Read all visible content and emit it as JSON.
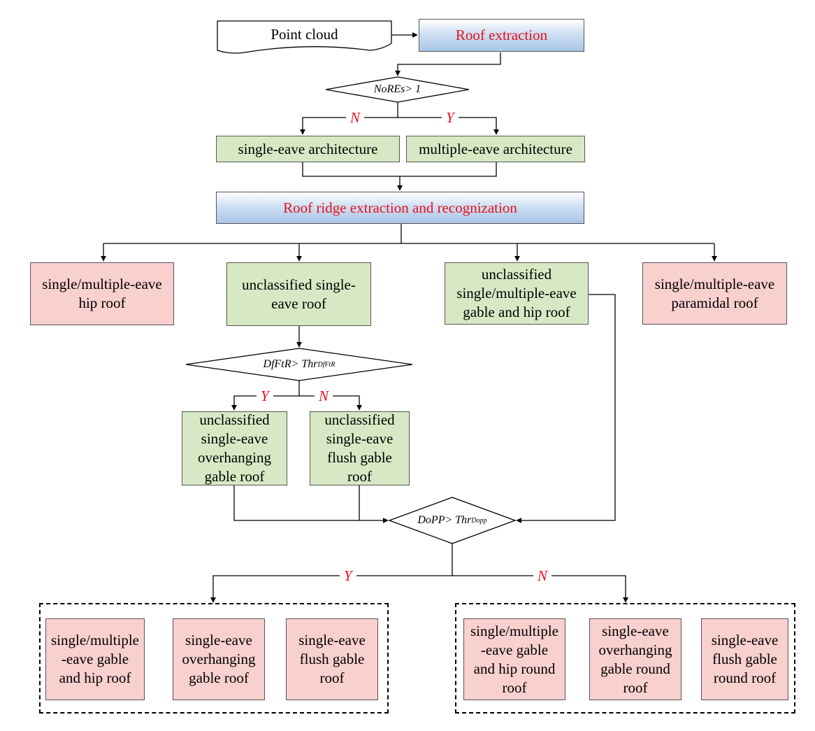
{
  "nodes": {
    "point_cloud": "Point cloud",
    "roof_extraction": "Roof extraction",
    "single_eave_architecture": "single-eave architecture",
    "multiple_eave_architecture": "multiple-eave architecture",
    "roof_ridge_extraction": "Roof ridge extraction and recognization",
    "hip_roof": "single/multiple-eave\nhip roof",
    "unclassified_single_eave_roof": "unclassified single-\neave roof",
    "unclassified_gable_hip_roof": "unclassified\nsingle/multiple-eave\ngable and hip roof",
    "paramidal_roof": "single/multiple-eave\nparamidal roof",
    "unclassified_overhanging_gable": "unclassified\nsingle-eave\noverhanging\ngable roof",
    "unclassified_flush_gable": "unclassified\nsingle-eave\nflush gable\nroof",
    "gable_hip_roof": "single/multiple\n-eave gable\nand hip roof",
    "overhanging_gable_roof": "single-eave\noverhanging\ngable roof",
    "flush_gable_roof": "single-eave\nflush gable\nroof",
    "gable_hip_round_roof": "single/multiple\n-eave gable\nand hip round\nroof",
    "overhanging_gable_round_roof": "single-eave\noverhanging\ngable round\nroof",
    "flush_gable_round_roof": "single-eave\nflush gable\nround roof"
  },
  "decisions": {
    "nores": {
      "main": "NoREs",
      "op": " > 1",
      "sub": ""
    },
    "dfftr": {
      "main": "DfFtR",
      "op": " > Thr",
      "sub": "DfFtR"
    },
    "dopp": {
      "main": "DoPP",
      "op": " > Thr",
      "sub": "Dopp"
    }
  },
  "branch_labels": {
    "nores_no": "N",
    "nores_yes": "Y",
    "dfftr_yes": "Y",
    "dfftr_no": "N",
    "dopp_yes": "Y",
    "dopp_no": "N"
  },
  "colors": {
    "process_fill": "#d7e9c4",
    "result_fill": "#f8d0ce",
    "header_fill": "#bcd3ee",
    "header_text": "#e8101a",
    "branch_label": "#e8101a",
    "line": "#000000"
  }
}
